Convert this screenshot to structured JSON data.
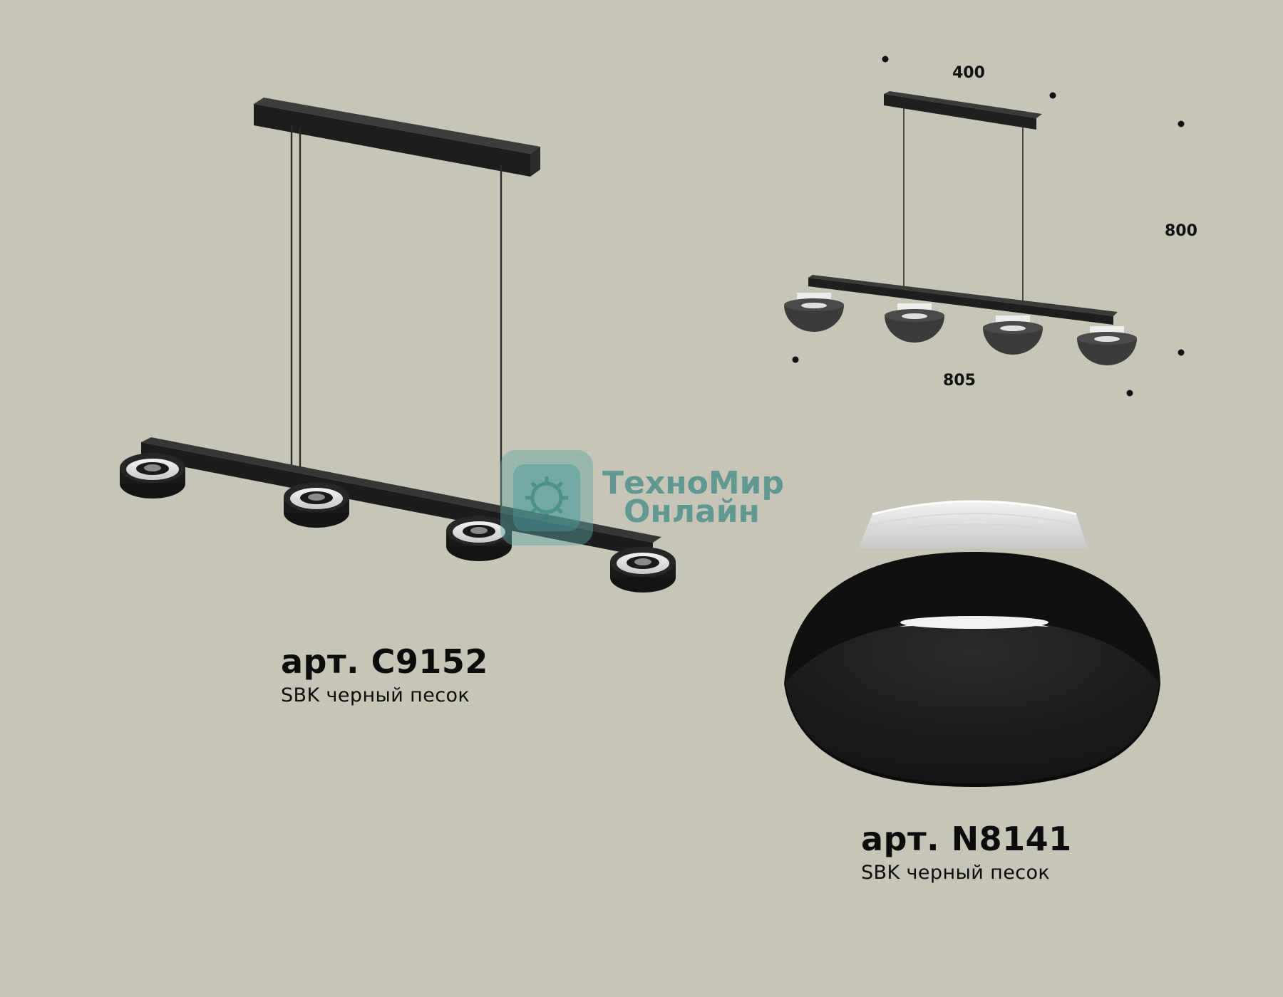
{
  "products": [
    {
      "article": "арт. C9152",
      "finish": "SBK черный песок"
    },
    {
      "article": "арт. N8141",
      "finish": "SBK черный песок"
    }
  ],
  "dimensions": {
    "width_top": "400",
    "height": "800",
    "length": "805"
  },
  "watermark": {
    "line1": "ТехноМир",
    "line2": "Онлайн"
  },
  "colors": {
    "background": "#c6c5b7",
    "fixture_black": "#1b1b1b",
    "watermark_teal": "#4f8f8c"
  }
}
